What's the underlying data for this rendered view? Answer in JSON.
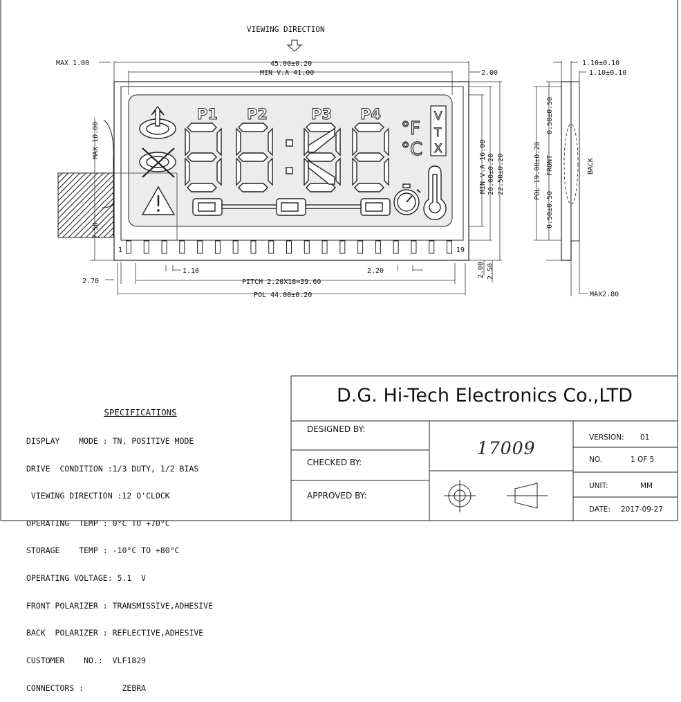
{
  "viewing_direction": "VIEWING DIRECTION",
  "dims": {
    "max_top": "MAX 1.00",
    "overall_width": "45.00±0.20",
    "min_va": "MIN V.A 41.00",
    "right_gap": "2.00",
    "max_10": "MAX 10.00",
    "d750": "7.50",
    "pin_width": "1.10",
    "pin_pitch": "2.20",
    "left_gap": "2.70",
    "pitch": "PITCH 2.20X18=39.60",
    "pol_width": "POL 44.00±0.20",
    "min_va_h": "MIN V.A 16.00",
    "h20": "20.00±0.20",
    "h225": "22.50±0.20",
    "b200": "2.00",
    "b250": "2.50",
    "side_t1": "1.10±0.10",
    "side_t2": "1.10±0.10",
    "pol19": "POL 19.00±0.20",
    "front": "FRONT",
    "f050a": "0.50±0.50",
    "f050b": "0.50±0.50",
    "back": "BACK",
    "max28": "MAX2.80"
  },
  "display": {
    "p1": "P1",
    "p2": "P2",
    "p3": "P3",
    "p4": "P4",
    "deg_f": "°F",
    "deg_c": "°C",
    "unit_v": "V",
    "unit_t": "T",
    "unit_x": "X",
    "pin_first": "1",
    "pin_last": "19"
  },
  "specs": {
    "title": "SPECIFICATIONS",
    "lines": [
      "DISPLAY    MODE : TN, POSITIVE MODE",
      "DRIVE  CONDITION :1/3 DUTY, 1/2 BIAS",
      " VIEWING DIRECTION :12 O'CLOCK",
      "OPERATING  TEMP : 0°C TO +70°C",
      "STORAGE    TEMP : -10°C TO +80°C",
      "OPERATING VOLTAGE: 5.1  V",
      "FRONT POLARIZER : TRANSMISSIVE,ADHESIVE",
      "BACK  POLARIZER : REFLECTIVE,ADHESIVE",
      "CUSTOMER    NO.:  VLF1829",
      "CONNECTORS :        ZEBRA"
    ]
  },
  "title_block": {
    "company": "D.G. Hi-Tech Electronics Co.,LTD",
    "designed_by": "DESIGNED BY:",
    "checked_by": "CHECKED BY:",
    "approved_by": "APPROVED BY:",
    "drawing_no": "17009",
    "version_label": "VERSION:",
    "version_value": "01",
    "no_label": "NO.",
    "no_value": "1 OF 5",
    "unit_label": "UNIT:",
    "unit_value": "MM",
    "date_label": "DATE:",
    "date_value": "2017-09-27"
  }
}
